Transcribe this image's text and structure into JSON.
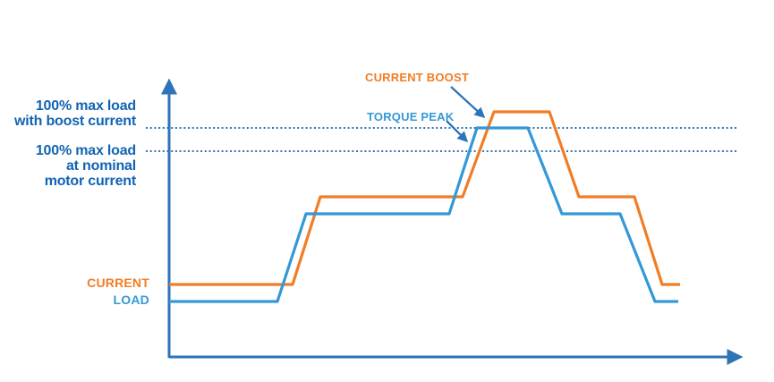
{
  "colors": {
    "orange": "#F07D26",
    "light_blue": "#3399D6",
    "axis_blue": "#2E74B6",
    "label_navy": "#1164B3"
  },
  "labels": {
    "max_load_boost": [
      "100% max load",
      "with boost current"
    ],
    "max_load_nominal": [
      "100% max load",
      "at nominal",
      "motor current"
    ],
    "current_boost": "CURRENT BOOST",
    "torque_peak": "TORQUE PEAK",
    "current": "CURRENT",
    "load": "LOAD"
  },
  "chart_data": {
    "type": "line",
    "description": "Conceptual step diagram: motor drive current (with boost) and load over time; load briefly exceeds nominal 100% limit during torque peak thanks to current boost.",
    "xlabel": "",
    "ylabel": "",
    "grid": false,
    "axis_color": "#2E74B6",
    "x_axis_line": [
      189,
      399,
      826,
      399
    ],
    "y_axis_line": [
      189,
      400,
      189,
      92
    ],
    "series": [
      {
        "name": "CURRENT",
        "color": "#F07D26",
        "points": [
          [
            189,
            318
          ],
          [
            327,
            318
          ],
          [
            358,
            220
          ],
          [
            517,
            220
          ],
          [
            552,
            125
          ],
          [
            614,
            125
          ],
          [
            647,
            220
          ],
          [
            709,
            220
          ],
          [
            740,
            318
          ],
          [
            760,
            318
          ]
        ]
      },
      {
        "name": "LOAD",
        "color": "#3399D6",
        "points": [
          [
            189,
            337
          ],
          [
            310,
            337
          ],
          [
            342,
            239
          ],
          [
            502,
            239
          ],
          [
            533,
            143
          ],
          [
            590,
            143
          ],
          [
            628,
            239
          ],
          [
            693,
            239
          ],
          [
            732,
            337
          ],
          [
            758,
            337
          ]
        ]
      }
    ],
    "reference_lines": [
      {
        "label": "100% max load with boost current",
        "y": 143,
        "x1": 163,
        "x2": 823
      },
      {
        "label": "100% max load at nominal motor current",
        "y": 169,
        "x1": 163,
        "x2": 823
      }
    ],
    "reference_color": "#2E74B6",
    "annotation_arrows": [
      {
        "label": "CURRENT BOOST",
        "x1": 504,
        "y1": 97,
        "x2": 540,
        "y2": 130
      },
      {
        "label": "TORQUE PEAK",
        "x1": 499,
        "y1": 135,
        "x2": 521,
        "y2": 157
      }
    ]
  }
}
